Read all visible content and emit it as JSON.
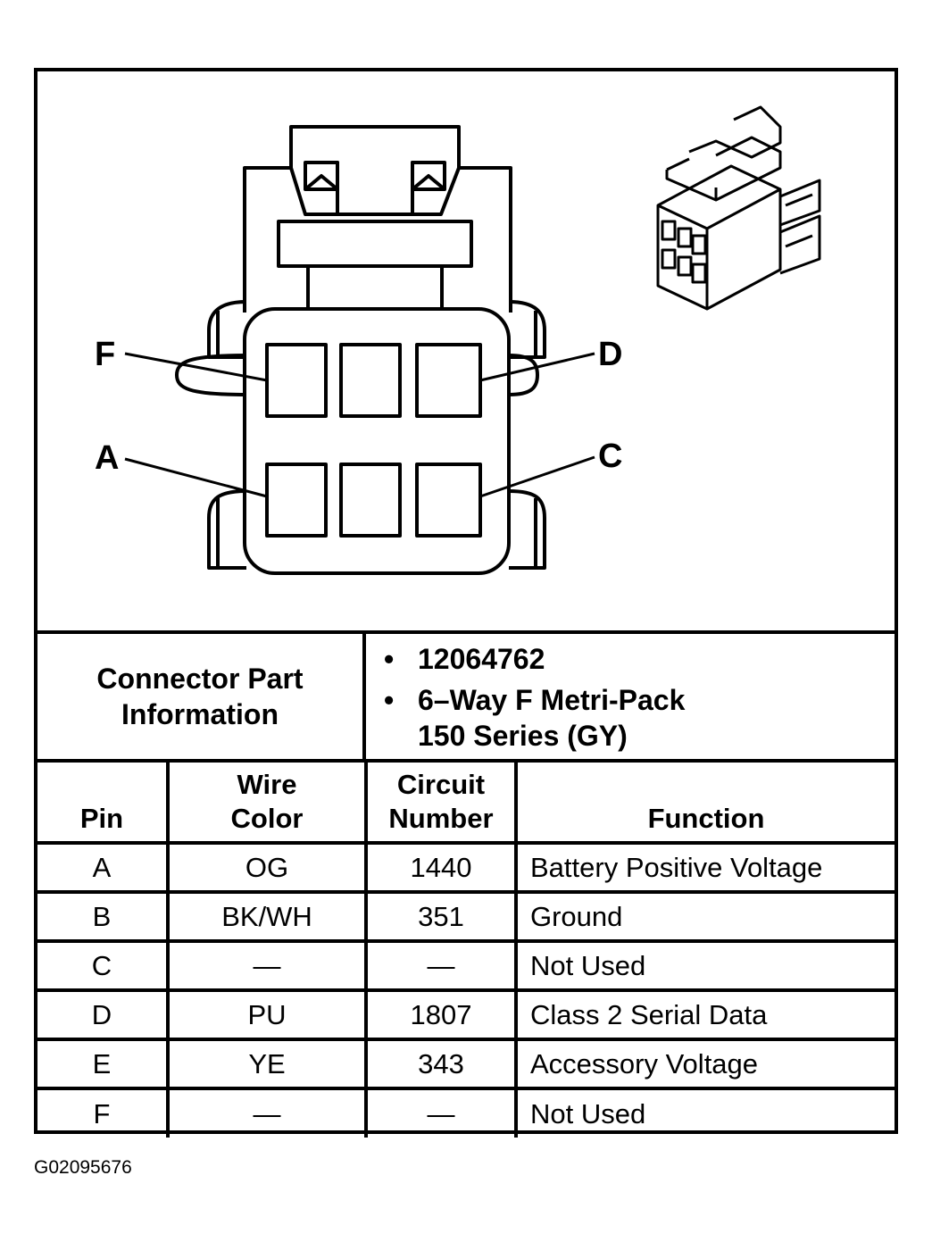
{
  "pin_labels": {
    "f": "F",
    "d": "D",
    "a": "A",
    "c": "C"
  },
  "connector_info": {
    "heading_line1": "Connector Part",
    "heading_line2": "Information",
    "bullet": "•",
    "part_number": "12064762",
    "description_line1": "6–Way F Metri-Pack",
    "description_line2": "150 Series (GY)"
  },
  "table": {
    "headers": {
      "pin": "Pin",
      "wire_color_line1": "Wire",
      "wire_color_line2": "Color",
      "circuit_line1": "Circuit",
      "circuit_line2": "Number",
      "function": "Function"
    },
    "rows": [
      {
        "pin": "A",
        "wire_color": "OG",
        "circuit": "1440",
        "function": "Battery Positive Voltage"
      },
      {
        "pin": "B",
        "wire_color": "BK/WH",
        "circuit": "351",
        "function": "Ground"
      },
      {
        "pin": "C",
        "wire_color": "—",
        "circuit": "—",
        "function": "Not Used"
      },
      {
        "pin": "D",
        "wire_color": "PU",
        "circuit": "1807",
        "function": "Class 2 Serial Data"
      },
      {
        "pin": "E",
        "wire_color": "YE",
        "circuit": "343",
        "function": "Accessory Voltage"
      },
      {
        "pin": "F",
        "wire_color": "—",
        "circuit": "—",
        "function": "Not Used"
      }
    ]
  },
  "figure_id": "G02095676"
}
